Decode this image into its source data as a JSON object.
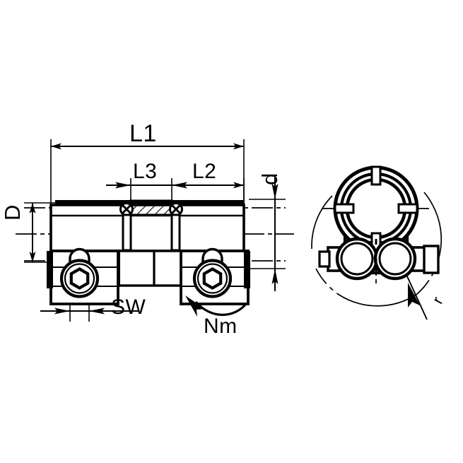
{
  "drawing": {
    "type": "technical-engineering-drawing",
    "subject": "clamping shaft coupling with two hex socket clamp screws",
    "line_color": "#000000",
    "background_color": "#ffffff",
    "views": [
      {
        "name": "front-section-view",
        "position": "left"
      },
      {
        "name": "end-view",
        "position": "right"
      }
    ]
  },
  "dimensions": {
    "overall_length": {
      "label": "L1",
      "type": "linear",
      "orientation": "horizontal"
    },
    "clamp_offset": {
      "label": "L2",
      "type": "linear",
      "orientation": "horizontal"
    },
    "center_length": {
      "label": "L3",
      "type": "linear",
      "orientation": "horizontal"
    },
    "outer_diameter": {
      "label": "D",
      "type": "linear",
      "orientation": "vertical"
    },
    "bore_diameter": {
      "label": "d",
      "type": "linear",
      "orientation": "vertical"
    },
    "wrench_size": {
      "label": "SW",
      "type": "linear",
      "orientation": "horizontal"
    },
    "tightening_torque": {
      "label": "Nm",
      "type": "torque",
      "symbol": "curved-arrow"
    },
    "radius": {
      "label": "r",
      "type": "radius",
      "symbol": "leader-arrow"
    }
  },
  "chart_data": {
    "type": "table",
    "title": "",
    "categories": [
      "L1",
      "L3",
      "L2",
      "D",
      "d",
      "SW",
      "Nm",
      "r"
    ],
    "values": [
      null,
      null,
      null,
      null,
      null,
      null,
      null,
      null
    ],
    "notes": "Dimension callouts only; no numeric values printed on the drawing."
  }
}
